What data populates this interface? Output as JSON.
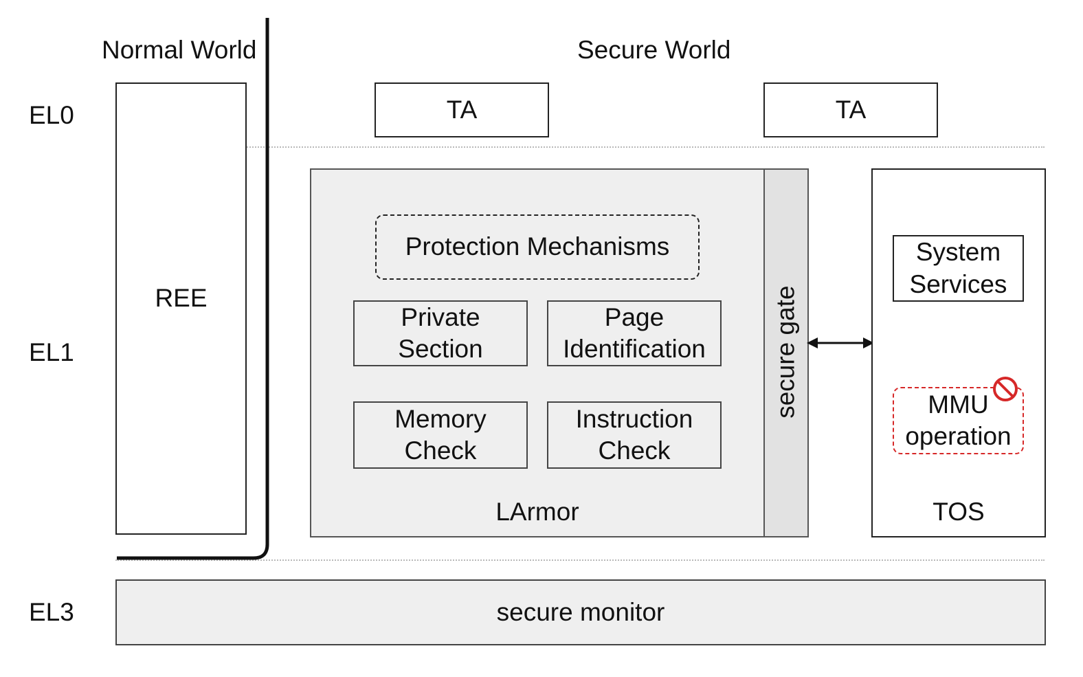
{
  "headers": {
    "normal_world": "Normal World",
    "secure_world": "Secure World"
  },
  "levels": {
    "el0": "EL0",
    "el1": "EL1",
    "el3": "EL3"
  },
  "normal": {
    "ree": "REE"
  },
  "secure": {
    "ta_left": "TA",
    "ta_right": "TA",
    "larmor": {
      "label": "LArmor",
      "protection": "Protection Mechanisms",
      "private_section": [
        "Private",
        "Section"
      ],
      "page_identification": [
        "Page",
        "Identification"
      ],
      "memory_check": [
        "Memory",
        "Check"
      ],
      "instruction_check": [
        "Instruction",
        "Check"
      ]
    },
    "secure_gate": "secure gate",
    "tos": {
      "label": "TOS",
      "system_services": [
        "System",
        "Services"
      ],
      "mmu_operation": [
        "MMU",
        "operation"
      ]
    }
  },
  "monitor": {
    "label": "secure monitor"
  },
  "colors": {
    "accent_red": "#d62828",
    "panel_gray": "#efefef",
    "gate_gray": "#e2e2e2"
  },
  "icons": {
    "forbidden": "no-entry-icon",
    "arrow": "double-arrow-icon"
  }
}
